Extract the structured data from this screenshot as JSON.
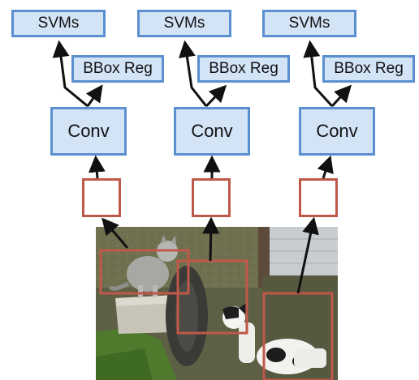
{
  "pipeline": {
    "svm_label": "SVMs",
    "bbox_label": "BBox Reg",
    "conv_label": "Conv"
  },
  "colors": {
    "box_fill": "#d3e4f7",
    "box_border": "#5a8fd0",
    "region_border": "#c0584a",
    "arrow": "#111111"
  }
}
